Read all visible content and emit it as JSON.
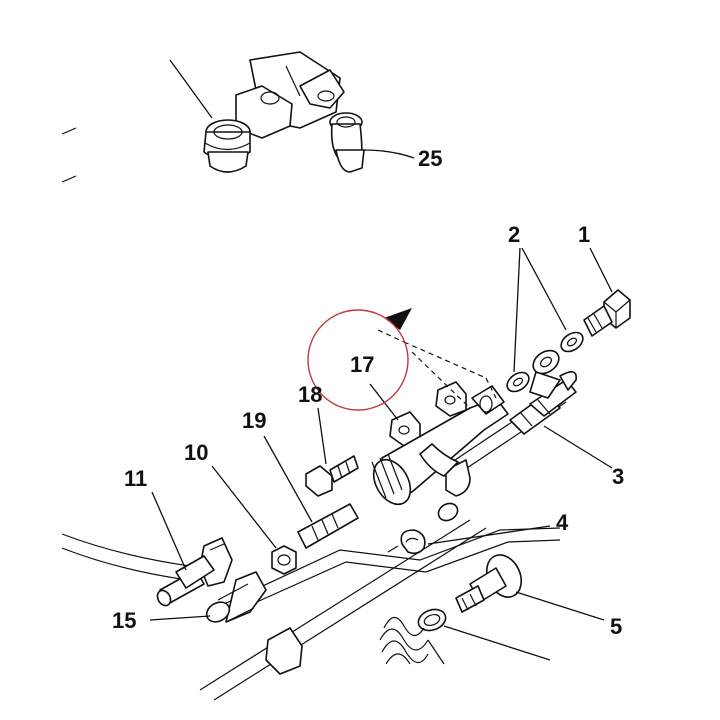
{
  "labels": {
    "l1": "1",
    "l2": "2",
    "l3": "3",
    "l4": "4",
    "l5": "5",
    "l10": "10",
    "l11": "11",
    "l15": "15",
    "l17": "17",
    "l18": "18",
    "l19": "19",
    "l25": "25"
  },
  "colors": {
    "line": "#111111",
    "highlight_circle": "#c0393b",
    "background": "#ffffff"
  }
}
